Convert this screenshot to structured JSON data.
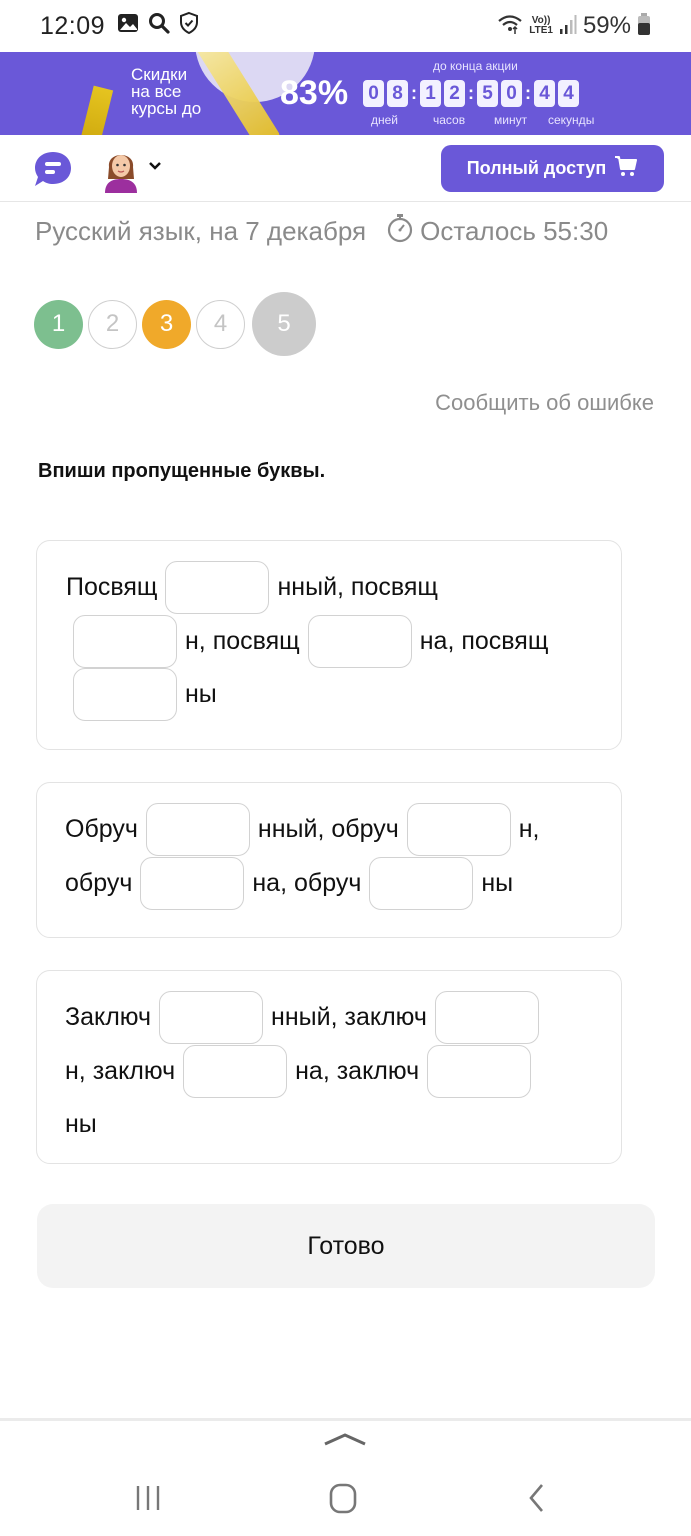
{
  "status_bar": {
    "time": "12:09",
    "left_icons": [
      "gallery-icon",
      "search-icon",
      "shield-check-icon"
    ],
    "right_icons": [
      "wifi-icon",
      "volte-lte-icon",
      "signal-icon",
      "battery-icon"
    ],
    "volte_label_top": "Vo))",
    "volte_label_bottom": "LTE1",
    "battery_percent": "59%"
  },
  "promo_banner": {
    "text_line1": "Скидки",
    "text_line2": "на все",
    "text_line3": "курсы до",
    "discount": "83%",
    "until_label": "до конца акции",
    "countdown": {
      "days": [
        "0",
        "8"
      ],
      "hours": [
        "1",
        "2"
      ],
      "minutes": [
        "5",
        "0"
      ],
      "seconds": [
        "4",
        "4"
      ]
    },
    "units": {
      "days": "дней",
      "hours": "часов",
      "minutes": "минут",
      "seconds": "секунды"
    },
    "colors": {
      "background": "#6a58d8",
      "digit_bg": "#f3f1ff",
      "ribbon": "#e6c024"
    }
  },
  "header": {
    "chat_icon": "chat-bubble-icon",
    "avatar": "user-avatar",
    "full_access_label": "Полный доступ",
    "cart_icon": "cart-icon",
    "accent_color": "#6a58d8"
  },
  "lesson": {
    "title": "Русский язык, на 7 декабря",
    "timer_icon": "stopwatch-icon",
    "timer_text": "Осталось 55:30"
  },
  "steps": [
    {
      "label": "1",
      "state": "correct",
      "color": "#7dbf8f"
    },
    {
      "label": "2",
      "state": "unanswered"
    },
    {
      "label": "3",
      "state": "partial",
      "color": "#f0a92a"
    },
    {
      "label": "4",
      "state": "unanswered"
    },
    {
      "label": "5",
      "state": "current",
      "color": "#cccccc"
    }
  ],
  "report_error_link": "Сообщить об ошибке",
  "task": {
    "instruction": "Впиши пропущенные буквы.",
    "cards": [
      {
        "lines": [
          [
            "Посвящ",
            "нный, посвящ"
          ],
          [
            "н, посвящ",
            "на, посвящ"
          ],
          [
            "ны"
          ]
        ],
        "gap_values": [
          "",
          "",
          "",
          ""
        ]
      },
      {
        "lines": [
          [
            "Обруч",
            "нный, обруч",
            "н,"
          ],
          [
            "обруч",
            "на, обруч",
            "ны"
          ]
        ],
        "gap_values": [
          "",
          "",
          "",
          ""
        ]
      },
      {
        "lines": [
          [
            "Заключ",
            "нный, заключ"
          ],
          [
            "н, заключ",
            "на, заключ"
          ],
          [
            "ны"
          ]
        ],
        "gap_values": [
          "",
          "",
          "",
          ""
        ]
      }
    ],
    "done_label": "Готово"
  },
  "system_nav": {
    "items": [
      "recents-icon",
      "home-icon",
      "back-icon"
    ],
    "expand_icon": "chevron-up-icon"
  }
}
